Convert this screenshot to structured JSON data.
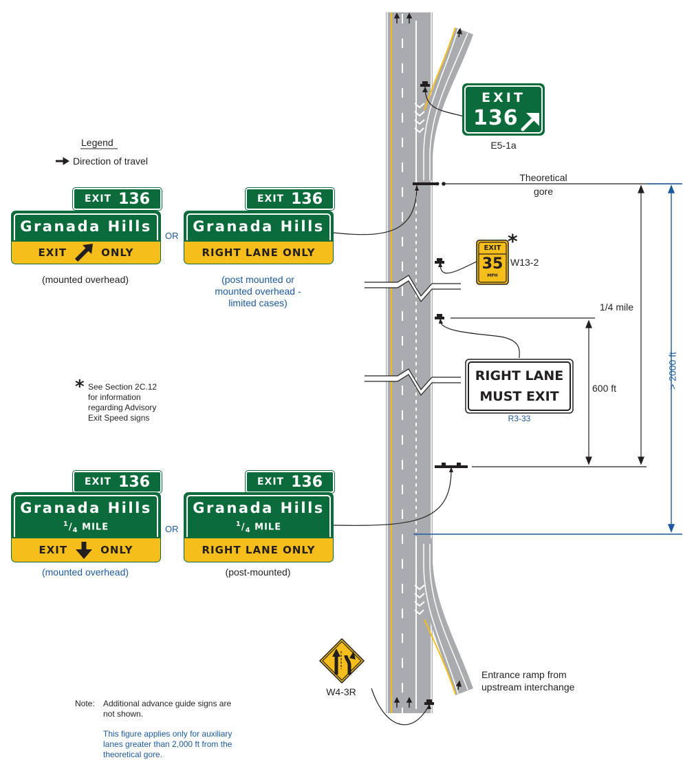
{
  "legend": {
    "title": "Legend",
    "item": "Direction of travel"
  },
  "signs": {
    "e5_1a": {
      "word": "EXIT",
      "number": "136",
      "code": "E5-1a"
    },
    "w13_2": {
      "word": "EXIT",
      "speed": "35",
      "unit": "MPH",
      "code": "W13-2",
      "asterisk": "*"
    },
    "r3_33": {
      "line1": "RIGHT LANE",
      "line2": "MUST EXIT",
      "code": "R3-33"
    },
    "w4_3r": {
      "code": "W4-3R"
    },
    "upper_left": {
      "tab_word": "EXIT",
      "tab_number": "136",
      "name": "Granada Hills",
      "bottom_left": "EXIT",
      "bottom_right": "ONLY",
      "caption": "(mounted overhead)"
    },
    "upper_right": {
      "tab_word": "EXIT",
      "tab_number": "136",
      "name": "Granada Hills",
      "bottom": "RIGHT LANE ONLY",
      "caption1": "(post mounted or",
      "caption2": "mounted overhead -",
      "caption3": "limited cases)"
    },
    "lower_left": {
      "tab_word": "EXIT",
      "tab_number": "136",
      "name": "Granada Hills",
      "distance": "MILE",
      "bottom_left": "EXIT",
      "bottom_right": "ONLY",
      "caption": "(mounted overhead)"
    },
    "lower_right": {
      "tab_word": "EXIT",
      "tab_number": "136",
      "name": "Granada Hills",
      "distance": "MILE",
      "bottom": "RIGHT LANE ONLY",
      "caption": "(post-mounted)"
    }
  },
  "or_upper": "OR",
  "or_lower": "OR",
  "labels": {
    "gore1": "Theoretical",
    "gore2": "gore",
    "quarter_mile": "1/4 mile",
    "six_hundred": "600 ft",
    "two_thousand": "> 2000 ft",
    "entrance1": "Entrance ramp from",
    "entrance2": "upstream interchange"
  },
  "footnote": {
    "asterisk": "*",
    "lines": [
      "See Section 2C.12",
      "for information",
      "regarding Advisory",
      "Exit Speed signs"
    ]
  },
  "note": {
    "label": "Note:",
    "line1": "Additional advance guide signs are",
    "line2": "not shown.",
    "blue1": "This figure applies only for auxiliary",
    "blue2": "lanes greater than 2,000 ft from the",
    "blue3": "theoretical gore."
  },
  "colors": {
    "green": "#0b6b3a",
    "yellow": "#f6be1a",
    "road": "#a9abae",
    "blue": "#1a5a9e",
    "text": "#231f20"
  }
}
